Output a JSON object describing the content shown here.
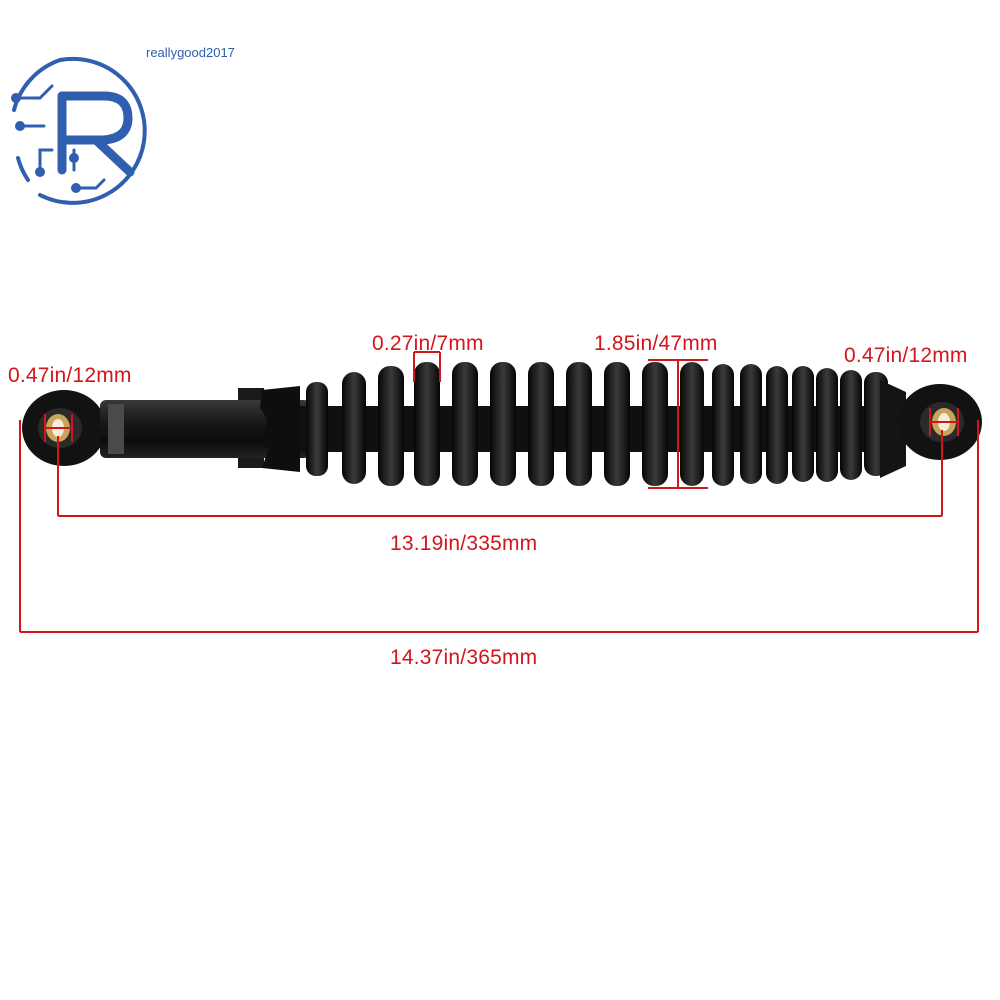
{
  "watermark": {
    "text": "reallygood2017",
    "color": "#2f5fae"
  },
  "product": {
    "body_color": "#111111",
    "bushing_color": "#c9a45a"
  },
  "dimensions": {
    "line_color": "#d3151c",
    "eye_bore_left": "0.47in/12mm",
    "wire_thickness": "0.27in/7mm",
    "spring_diameter": "1.85in/47mm",
    "eye_bore_right": "0.47in/12mm",
    "center_to_center": "13.19in/335mm",
    "overall_length": "14.37in/365mm"
  }
}
